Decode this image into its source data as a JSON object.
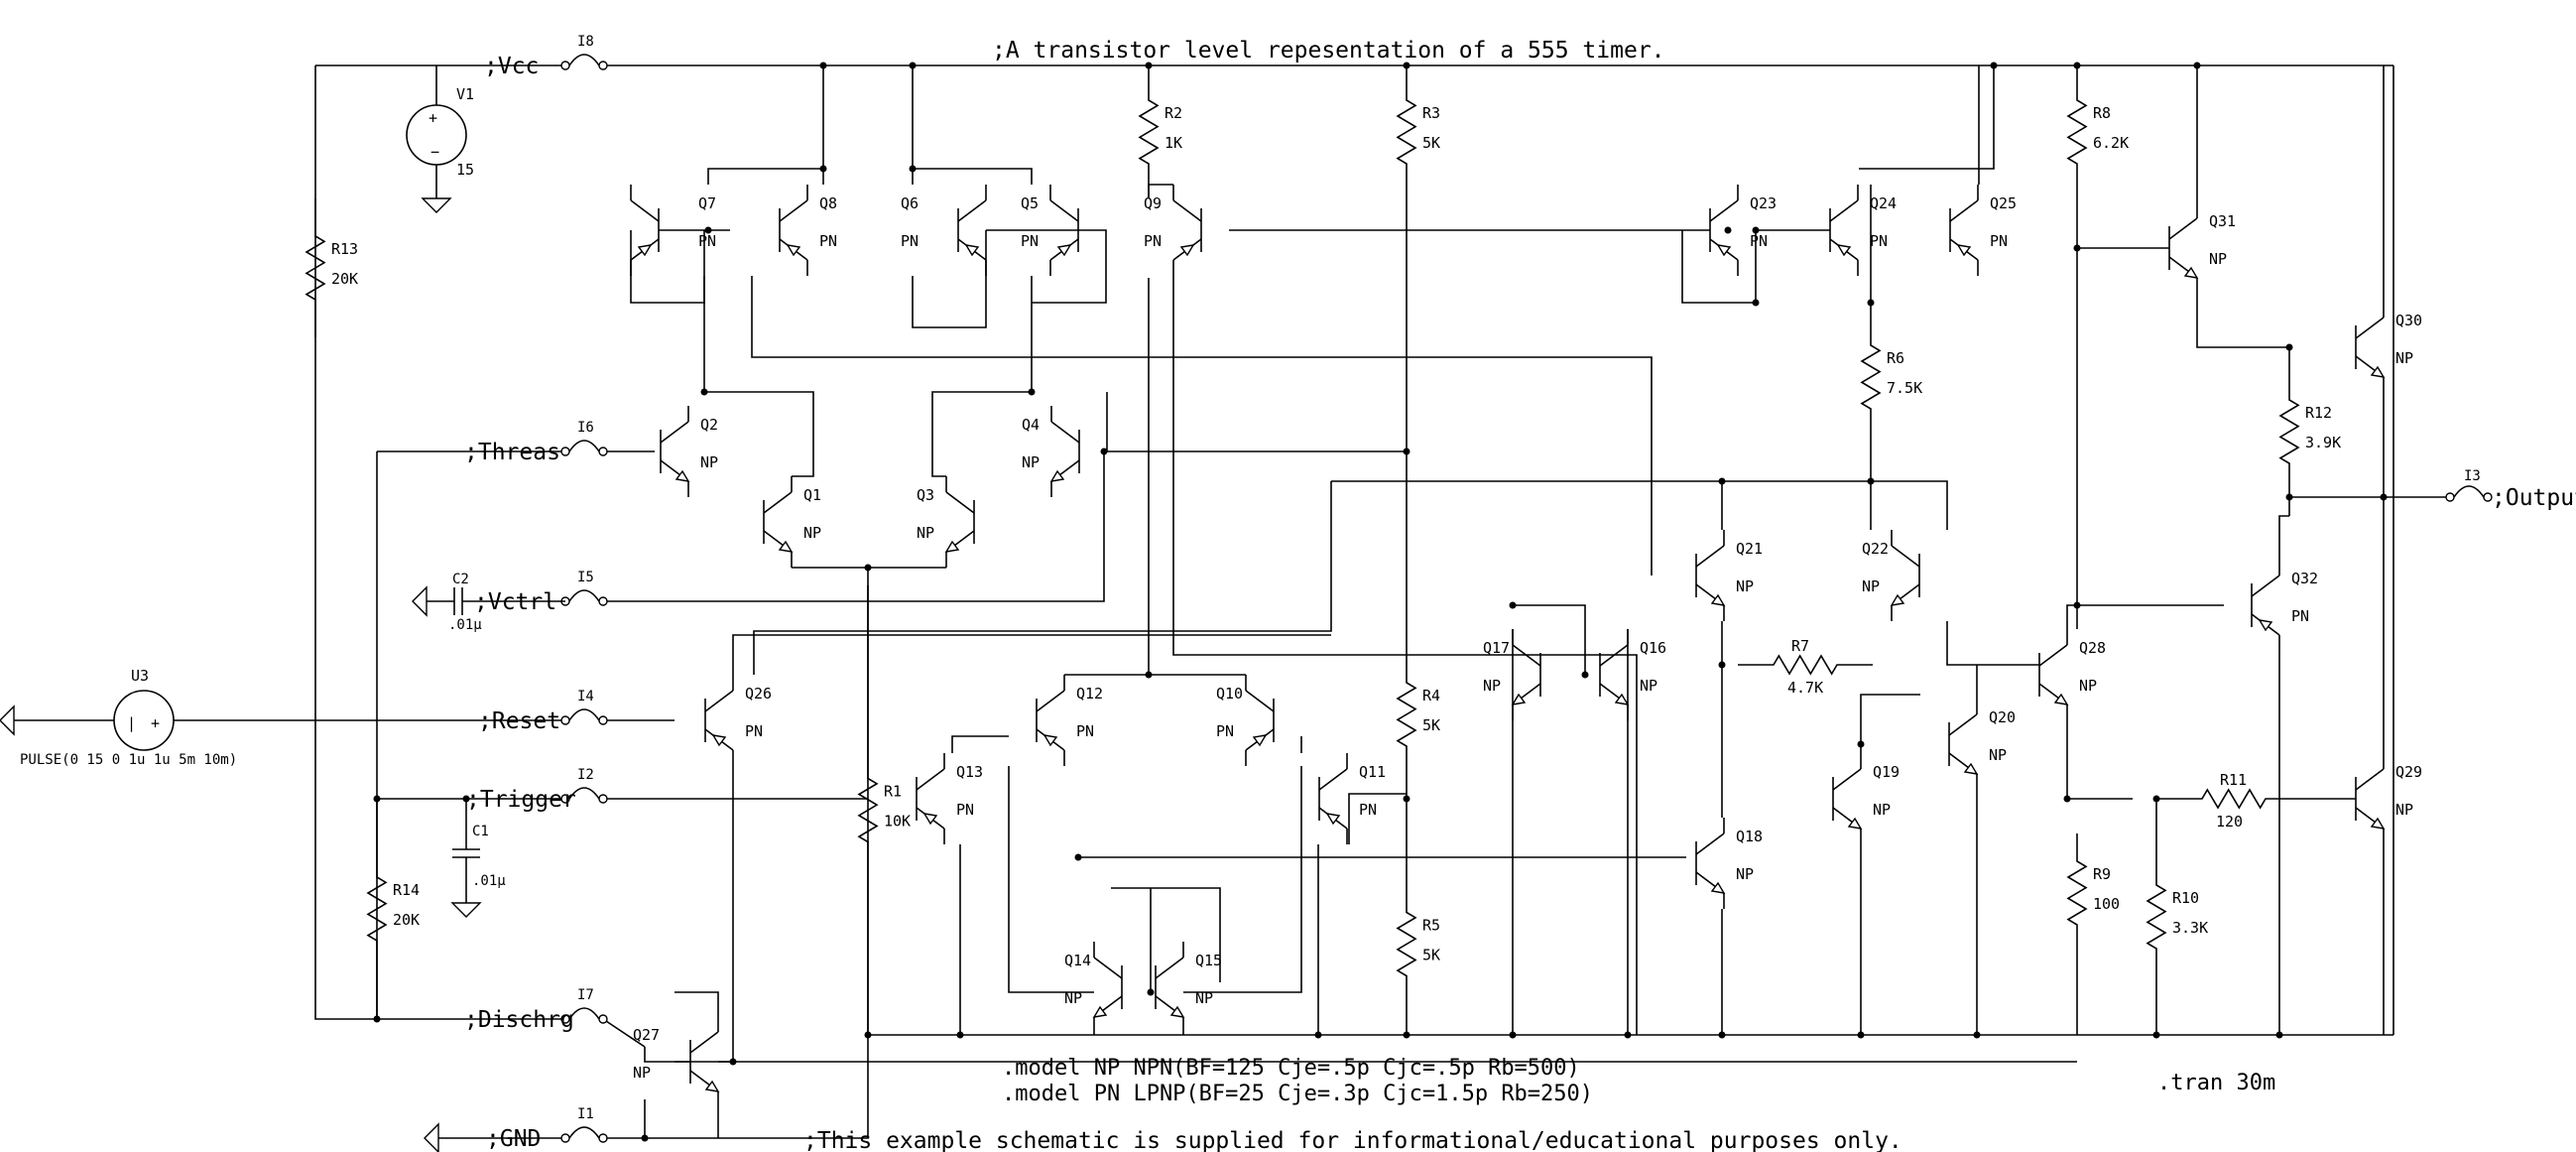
{
  "comments": {
    "title": ";A transistor level repesentation of a 555 timer.",
    "disclaimer": ";This example schematic is supplied for informational/educational purposes only."
  },
  "directives": {
    "model_np": ".model NP NPN(BF=125 Cje=.5p Cjc=.5p Rb=500)",
    "model_pn": ".model PN LPNP(BF=25 Cje=.3p Cjc=1.5p Rb=250)",
    "tran": ".tran 30m"
  },
  "nets": {
    "vcc": ";Vcc",
    "threas": ";Threas",
    "vctrl": ";Vctrl",
    "reset": ";Reset",
    "trigger": ";Trigger",
    "dischrg": ";Dischrg",
    "gnd": ";GND",
    "output": ";Output"
  },
  "ports": {
    "I8": "I8",
    "I6": "I6",
    "I5": "I5",
    "I4": "I4",
    "I2": "I2",
    "I7": "I7",
    "I1": "I1",
    "I3": "I3"
  },
  "sources": {
    "V1": {
      "name": "V1",
      "value": "15"
    },
    "U3": {
      "name": "U3",
      "value": "PULSE(0 15 0 1u 1u 5m 10m)"
    }
  },
  "capacitors": {
    "C1": {
      "name": "C1",
      "value": ".01µ"
    },
    "C2": {
      "name": "C2",
      "value": ".01µ"
    }
  },
  "resistors": {
    "R1": {
      "name": "R1",
      "value": "10K"
    },
    "R2": {
      "name": "R2",
      "value": "1K"
    },
    "R3": {
      "name": "R3",
      "value": "5K"
    },
    "R4": {
      "name": "R4",
      "value": "5K"
    },
    "R5": {
      "name": "R5",
      "value": "5K"
    },
    "R6": {
      "name": "R6",
      "value": "7.5K"
    },
    "R7": {
      "name": "R7",
      "value": "4.7K"
    },
    "R8": {
      "name": "R8",
      "value": "6.2K"
    },
    "R9": {
      "name": "R9",
      "value": "100"
    },
    "R10": {
      "name": "R10",
      "value": "3.3K"
    },
    "R11": {
      "name": "R11",
      "value": "120"
    },
    "R12": {
      "name": "R12",
      "value": "3.9K"
    },
    "R13": {
      "name": "R13",
      "value": "20K"
    },
    "R14": {
      "name": "R14",
      "value": "20K"
    }
  },
  "transistors": {
    "Q1": {
      "name": "Q1",
      "model": "NP"
    },
    "Q2": {
      "name": "Q2",
      "model": "NP"
    },
    "Q3": {
      "name": "Q3",
      "model": "NP"
    },
    "Q4": {
      "name": "Q4",
      "model": "NP"
    },
    "Q5": {
      "name": "Q5",
      "model": "PN"
    },
    "Q6": {
      "name": "Q6",
      "model": "PN"
    },
    "Q7": {
      "name": "Q7",
      "model": "PN"
    },
    "Q8": {
      "name": "Q8",
      "model": "PN"
    },
    "Q9": {
      "name": "Q9",
      "model": "PN"
    },
    "Q10": {
      "name": "Q10",
      "model": "PN"
    },
    "Q11": {
      "name": "Q11",
      "model": "PN"
    },
    "Q12": {
      "name": "Q12",
      "model": "PN"
    },
    "Q13": {
      "name": "Q13",
      "model": "PN"
    },
    "Q14": {
      "name": "Q14",
      "model": "NP"
    },
    "Q15": {
      "name": "Q15",
      "model": "NP"
    },
    "Q16": {
      "name": "Q16",
      "model": "NP"
    },
    "Q17": {
      "name": "Q17",
      "model": "NP"
    },
    "Q18": {
      "name": "Q18",
      "model": "NP"
    },
    "Q19": {
      "name": "Q19",
      "model": "NP"
    },
    "Q20": {
      "name": "Q20",
      "model": "NP"
    },
    "Q21": {
      "name": "Q21",
      "model": "NP"
    },
    "Q22": {
      "name": "Q22",
      "model": "NP"
    },
    "Q23": {
      "name": "Q23",
      "model": "PN"
    },
    "Q24": {
      "name": "Q24",
      "model": "PN"
    },
    "Q25": {
      "name": "Q25",
      "model": "PN"
    },
    "Q26": {
      "name": "Q26",
      "model": "PN"
    },
    "Q27": {
      "name": "Q27",
      "model": "NP"
    },
    "Q28": {
      "name": "Q28",
      "model": "NP"
    },
    "Q29": {
      "name": "Q29",
      "model": "NP"
    },
    "Q30": {
      "name": "Q30",
      "model": "NP"
    },
    "Q31": {
      "name": "Q31",
      "model": "NP"
    },
    "Q32": {
      "name": "Q32",
      "model": "PN"
    }
  }
}
